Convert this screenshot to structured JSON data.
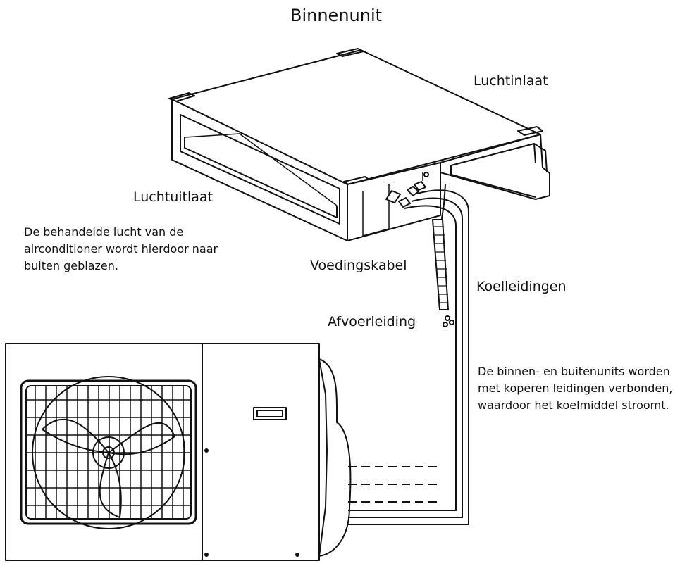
{
  "title": "Binnenunit",
  "labels": {
    "air_inlet": "Luchtinlaat",
    "air_outlet": "Luchtuitlaat",
    "power_cable": "Voedingskabel",
    "refrigerant_pipes": "Koelleidingen",
    "drain_pipe": "Afvoerleiding"
  },
  "notes": {
    "outlet_note": [
      "De behandelde lucht van de",
      "airconditioner wordt hierdoor naar",
      "buiten geblazen."
    ],
    "pipes_note": [
      "De binnen- en buitenunits worden",
      "met koperen leidingen verbonden,",
      "waardoor het koelmiddel stroomt."
    ]
  },
  "colors": {
    "line": "#111111",
    "background": "#ffffff",
    "text": "#111111"
  }
}
